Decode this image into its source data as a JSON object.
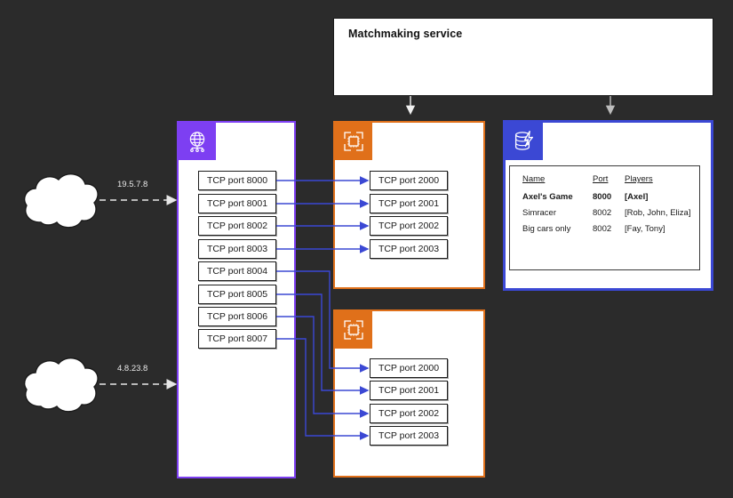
{
  "diagram": {
    "title": "Matchmaking service",
    "background_color": "#2b2b2b"
  },
  "matchmaking": {
    "label": "Matchmaking service"
  },
  "clients": [
    {
      "name": "internet-cloud-top",
      "ip": "19.5.7.8"
    },
    {
      "name": "internet-cloud-bottom",
      "ip": "4.8.23.8"
    }
  ],
  "load_balancer": {
    "icon": "globe-network-icon",
    "accent": "#7d3ff2",
    "ports": [
      {
        "label": "TCP port 8000"
      },
      {
        "label": "TCP port 8001"
      },
      {
        "label": "TCP port 8002"
      },
      {
        "label": "TCP port 8003"
      },
      {
        "label": "TCP port 8004"
      },
      {
        "label": "TCP port 8005"
      },
      {
        "label": "TCP port 8006"
      },
      {
        "label": "TCP port 8007"
      }
    ]
  },
  "containers": [
    {
      "name": "container-task-top",
      "icon": "container-chip-icon",
      "accent": "#e0701a",
      "ports": [
        {
          "label": "TCP port 2000"
        },
        {
          "label": "TCP port 2001"
        },
        {
          "label": "TCP port 2002"
        },
        {
          "label": "TCP port 2003"
        }
      ]
    },
    {
      "name": "container-task-bottom",
      "icon": "container-chip-icon",
      "accent": "#e0701a",
      "ports": [
        {
          "label": "TCP port 2000"
        },
        {
          "label": "TCP port 2001"
        },
        {
          "label": "TCP port 2002"
        },
        {
          "label": "TCP port 2003"
        }
      ]
    }
  ],
  "database": {
    "icon": "database-lightning-icon",
    "accent": "#3b48d4",
    "table": {
      "headers": [
        "Name",
        "Port",
        "Players"
      ],
      "rows": [
        {
          "name": "Axel's Game",
          "port": "8000",
          "players": "[Axel]",
          "highlight": true
        },
        {
          "name": "Simracer",
          "port": "8002",
          "players": "[Rob, John, Eliza]",
          "highlight": false
        },
        {
          "name": "Big cars only",
          "port": "8002",
          "players": "[Fay, Tony]",
          "highlight": false
        }
      ]
    }
  },
  "colors": {
    "wire": "#3b48d4",
    "dashed_link": "#e8e8e8",
    "purple": "#7d3ff2",
    "orange": "#e0701a",
    "blue": "#3b48d4"
  }
}
